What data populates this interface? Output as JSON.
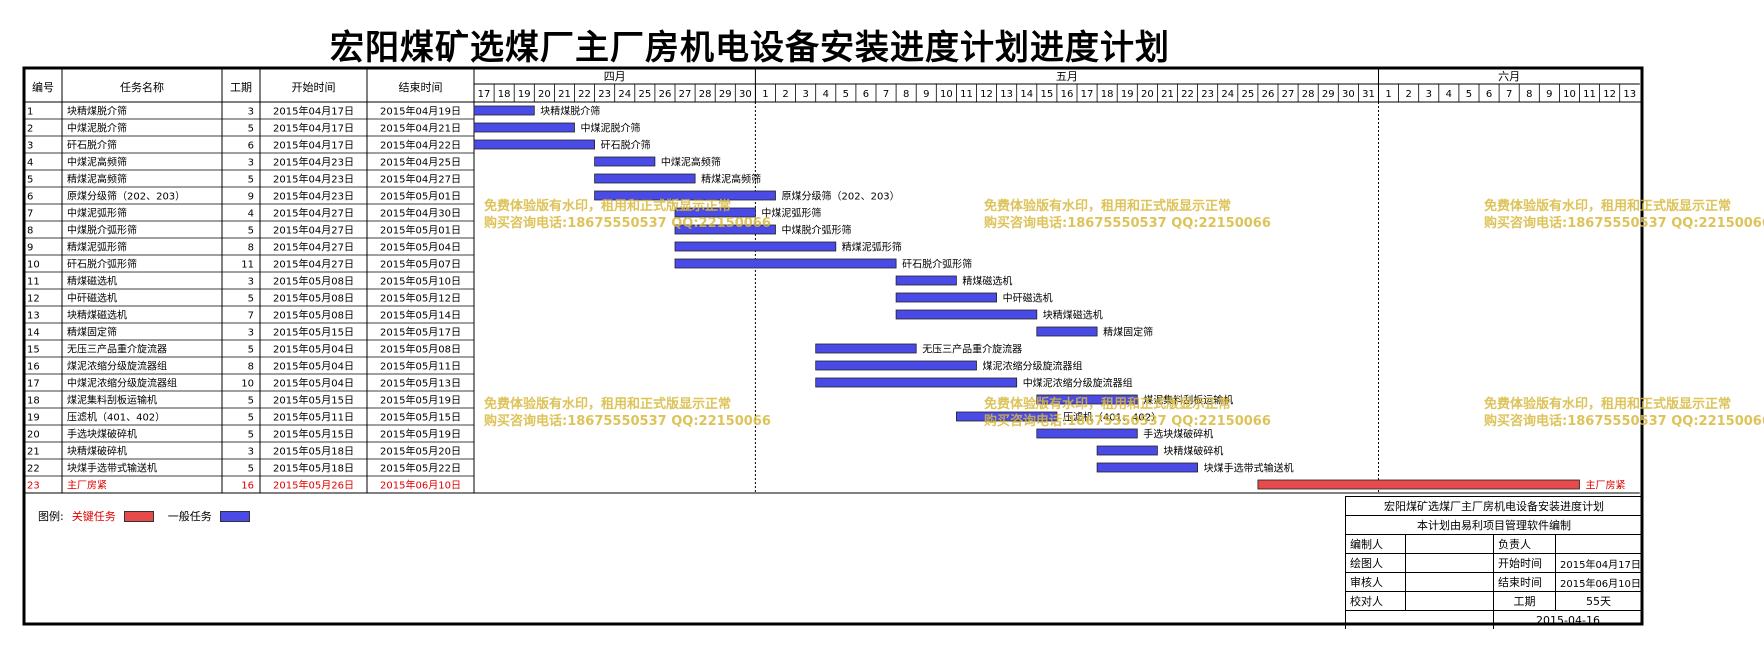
{
  "title": "宏阳煤矿选煤厂主厂房机电设备安装进度计划进度计划",
  "header": {
    "no": "编号",
    "name": "任务名称",
    "dur": "工期",
    "start": "开始时间",
    "end": "结束时间"
  },
  "months": [
    "四月",
    "五月",
    "六月"
  ],
  "days": [
    "17",
    "18",
    "19",
    "20",
    "21",
    "22",
    "23",
    "24",
    "25",
    "26",
    "27",
    "28",
    "29",
    "30",
    "1",
    "2",
    "3",
    "4",
    "5",
    "6",
    "7",
    "8",
    "9",
    "10",
    "11",
    "12",
    "13",
    "14",
    "15",
    "16",
    "17",
    "18",
    "19",
    "20",
    "21",
    "22",
    "23",
    "24",
    "25",
    "26",
    "27",
    "28",
    "29",
    "30",
    "31",
    "1",
    "2",
    "3",
    "4",
    "5",
    "6",
    "7",
    "8",
    "9",
    "10",
    "11",
    "12",
    "13"
  ],
  "colors": {
    "normal": "#4a4ae6",
    "critical": "#e64a4a",
    "critical_text": "#e00000",
    "grid": "#000000"
  },
  "chart_data": {
    "type": "gantt",
    "x_start": "2015-04-17",
    "x_end": "2015-06-13",
    "tasks": [
      {
        "no": "1",
        "name": "块精煤脱介筛",
        "dur": "3",
        "start": "2015年04月17日",
        "end": "2015年04月19日",
        "s": "2015-04-17",
        "e": "2015-04-19",
        "critical": false
      },
      {
        "no": "2",
        "name": "中煤泥脱介筛",
        "dur": "5",
        "start": "2015年04月17日",
        "end": "2015年04月21日",
        "s": "2015-04-17",
        "e": "2015-04-21",
        "critical": false
      },
      {
        "no": "3",
        "name": "矸石脱介筛",
        "dur": "6",
        "start": "2015年04月17日",
        "end": "2015年04月22日",
        "s": "2015-04-17",
        "e": "2015-04-22",
        "critical": false
      },
      {
        "no": "4",
        "name": "中煤泥高频筛",
        "dur": "3",
        "start": "2015年04月23日",
        "end": "2015年04月25日",
        "s": "2015-04-23",
        "e": "2015-04-25",
        "critical": false
      },
      {
        "no": "5",
        "name": "精煤泥高频筛",
        "dur": "5",
        "start": "2015年04月23日",
        "end": "2015年04月27日",
        "s": "2015-04-23",
        "e": "2015-04-27",
        "critical": false
      },
      {
        "no": "6",
        "name": "原煤分级筛（202、203）",
        "dur": "9",
        "start": "2015年04月23日",
        "end": "2015年05月01日",
        "s": "2015-04-23",
        "e": "2015-05-01",
        "critical": false
      },
      {
        "no": "7",
        "name": "中煤泥弧形筛",
        "dur": "4",
        "start": "2015年04月27日",
        "end": "2015年04月30日",
        "s": "2015-04-27",
        "e": "2015-04-30",
        "critical": false
      },
      {
        "no": "8",
        "name": "中煤脱介弧形筛",
        "dur": "5",
        "start": "2015年04月27日",
        "end": "2015年05月01日",
        "s": "2015-04-27",
        "e": "2015-05-01",
        "critical": false
      },
      {
        "no": "9",
        "name": "精煤泥弧形筛",
        "dur": "8",
        "start": "2015年04月27日",
        "end": "2015年05月04日",
        "s": "2015-04-27",
        "e": "2015-05-04",
        "critical": false
      },
      {
        "no": "10",
        "name": "矸石脱介弧形筛",
        "dur": "11",
        "start": "2015年04月27日",
        "end": "2015年05月07日",
        "s": "2015-04-27",
        "e": "2015-05-07",
        "critical": false
      },
      {
        "no": "11",
        "name": "精煤磁选机",
        "dur": "3",
        "start": "2015年05月08日",
        "end": "2015年05月10日",
        "s": "2015-05-08",
        "e": "2015-05-10",
        "critical": false
      },
      {
        "no": "12",
        "name": "中矸磁选机",
        "dur": "5",
        "start": "2015年05月08日",
        "end": "2015年05月12日",
        "s": "2015-05-08",
        "e": "2015-05-12",
        "critical": false
      },
      {
        "no": "13",
        "name": "块精煤磁选机",
        "dur": "7",
        "start": "2015年05月08日",
        "end": "2015年05月14日",
        "s": "2015-05-08",
        "e": "2015-05-14",
        "critical": false
      },
      {
        "no": "14",
        "name": "精煤固定筛",
        "dur": "3",
        "start": "2015年05月15日",
        "end": "2015年05月17日",
        "s": "2015-05-15",
        "e": "2015-05-17",
        "critical": false
      },
      {
        "no": "15",
        "name": "无压三产品重介旋流器",
        "dur": "5",
        "start": "2015年05月04日",
        "end": "2015年05月08日",
        "s": "2015-05-04",
        "e": "2015-05-08",
        "critical": false
      },
      {
        "no": "16",
        "name": "煤泥浓缩分级旋流器组",
        "dur": "8",
        "start": "2015年05月04日",
        "end": "2015年05月11日",
        "s": "2015-05-04",
        "e": "2015-05-11",
        "critical": false
      },
      {
        "no": "17",
        "name": "中煤泥浓缩分级旋流器组",
        "dur": "10",
        "start": "2015年05月04日",
        "end": "2015年05月13日",
        "s": "2015-05-04",
        "e": "2015-05-13",
        "critical": false
      },
      {
        "no": "18",
        "name": "煤泥集料刮板运输机",
        "dur": "5",
        "start": "2015年05月15日",
        "end": "2015年05月19日",
        "s": "2015-05-15",
        "e": "2015-05-19",
        "critical": false
      },
      {
        "no": "19",
        "name": "压滤机（401、402）",
        "dur": "5",
        "start": "2015年05月11日",
        "end": "2015年05月15日",
        "s": "2015-05-11",
        "e": "2015-05-15",
        "critical": false
      },
      {
        "no": "20",
        "name": "手选块煤破碎机",
        "dur": "5",
        "start": "2015年05月15日",
        "end": "2015年05月19日",
        "s": "2015-05-15",
        "e": "2015-05-19",
        "critical": false
      },
      {
        "no": "21",
        "name": "块精煤破碎机",
        "dur": "3",
        "start": "2015年05月18日",
        "end": "2015年05月20日",
        "s": "2015-05-18",
        "e": "2015-05-20",
        "critical": false
      },
      {
        "no": "22",
        "name": "块煤手选带式输送机",
        "dur": "5",
        "start": "2015年05月18日",
        "end": "2015年05月22日",
        "s": "2015-05-18",
        "e": "2015-05-22",
        "critical": false
      },
      {
        "no": "23",
        "name": "主厂房紧",
        "dur": "16",
        "start": "2015年05月26日",
        "end": "2015年06月10日",
        "s": "2015-05-26",
        "e": "2015-06-10",
        "critical": true
      }
    ]
  },
  "watermark": {
    "line1": "免费体验版有水印，租用和正式版显示正常",
    "line2": "购买咨询电话:18675550537 QQ:22150066"
  },
  "legend": {
    "label": "图例:",
    "critical": "关键任务",
    "normal": "一般任务"
  },
  "info_box": {
    "title": "宏阳煤矿选煤厂主厂房机电设备安装进度计划",
    "subtitle": "本计划由易利项目管理软件编制",
    "editor": "编制人",
    "owner": "负责人",
    "drawer": "绘图人",
    "start_label": "开始时间",
    "start_value": "2015年04月17日",
    "reviewer": "审核人",
    "end_label": "结束时间",
    "end_value": "2015年06月10日",
    "checker": "校对人",
    "dur_label": "工期",
    "dur_value": "55天",
    "date": "2015-04-16"
  }
}
